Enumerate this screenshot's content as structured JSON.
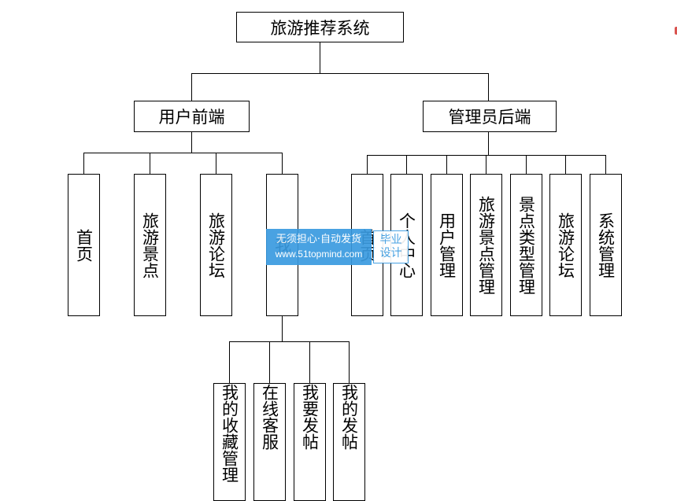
{
  "root": "旅游推荐系统",
  "branches": [
    {
      "label": "用户前端",
      "children": [
        {
          "label": "首页",
          "children": []
        },
        {
          "label": "旅游景点",
          "children": []
        },
        {
          "label": "旅游论坛",
          "children": []
        },
        {
          "label": "我",
          "children": [
            "我的收藏管理",
            "在线客服",
            "我要发帖",
            "我的发帖"
          ]
        }
      ]
    },
    {
      "label": "管理员后端",
      "children": [
        {
          "label": "首页",
          "children": []
        },
        {
          "label": "个人中心",
          "children": []
        },
        {
          "label": "用户管理",
          "children": []
        },
        {
          "label": "旅游景点管理",
          "children": []
        },
        {
          "label": "景点类型管理",
          "children": []
        },
        {
          "label": "旅游论坛",
          "children": []
        },
        {
          "label": "系统管理",
          "children": []
        }
      ]
    }
  ],
  "watermark": {
    "line1": "无须担心·自动发货",
    "line2": "www.51topmind.com",
    "badge_top": "毕业",
    "badge_bottom": "设计",
    "color": "#3a9be0"
  }
}
